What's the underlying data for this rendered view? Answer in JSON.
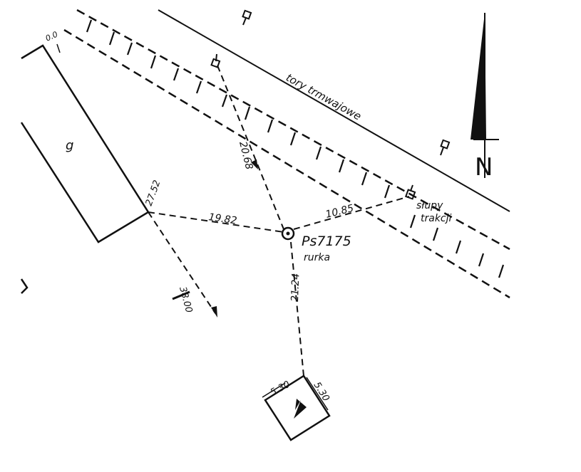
{
  "map": {
    "labels": {
      "tracks": "tory trmwajowe",
      "point_id": "Ps7175",
      "point_type": "rurka",
      "poles_line1": "słupy",
      "poles_line2": "trakcji",
      "building_letter": "g",
      "north": "N",
      "building_corner_tag": "0.0"
    },
    "measurements": {
      "to_building_corner": "19.82",
      "to_pole_a": "20.68",
      "to_pole_b": "10.85",
      "to_substation": "21.24",
      "substation_side_left": "5.30",
      "substation_side_right": "5.30",
      "corner_offset": "27.52",
      "extension": "38.00"
    },
    "colors": {
      "ink": "#111111",
      "paper": "#ffffff"
    },
    "icons": [
      "pole-icon",
      "lightning-icon",
      "north-arrow-icon",
      "point-marker-icon"
    ]
  }
}
